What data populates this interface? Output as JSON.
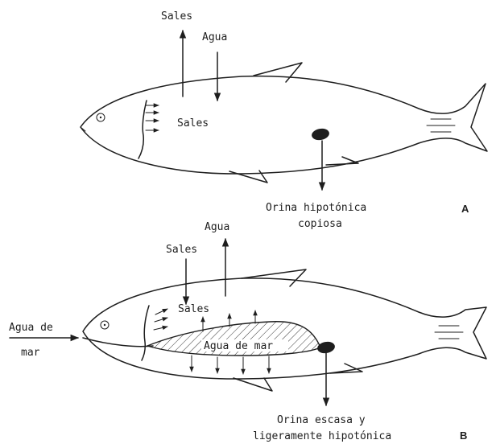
{
  "panel_a": {
    "letter": "A",
    "salts_out": "Sales",
    "water_in": "Agua",
    "gill_salts": "Sales",
    "urine_line1": "Orina hipotónica",
    "urine_line2": "copiosa"
  },
  "panel_b": {
    "letter": "B",
    "water_out": "Agua",
    "salts_in": "Sales",
    "gill_salts": "Sales",
    "seawater_line1": "Agua de",
    "seawater_line2": "mar",
    "gut_label": "Agua de mar",
    "urine_line1": "Orina escasa y",
    "urine_line2": "ligeramente hipotónica"
  }
}
